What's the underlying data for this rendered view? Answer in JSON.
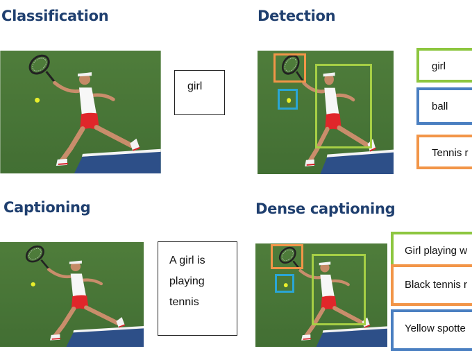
{
  "panels": {
    "classification": {
      "title": "Classification",
      "label": "girl"
    },
    "detection": {
      "title": "Detection",
      "labels": [
        {
          "text": "girl",
          "color": "#8dc63f"
        },
        {
          "text": "ball",
          "color": "#4a7fc1"
        },
        {
          "text": "Tennis r",
          "color": "#f29548"
        }
      ]
    },
    "captioning": {
      "title": "Captioning",
      "caption": "A girl is\nplaying\ntennis"
    },
    "dense_captioning": {
      "title": "Dense captioning",
      "captions": [
        {
          "text": "Girl playing w",
          "color": "#8dc63f"
        },
        {
          "text": "Black tennis r",
          "color": "#f29548"
        },
        {
          "text": "Yellow spotte",
          "color": "#4a7fc1"
        }
      ]
    }
  },
  "colors": {
    "heading": "#1f3f6f",
    "person_box": "#a6cf45",
    "racket_box": "#f29548",
    "ball_box": "#2aa6d6"
  }
}
